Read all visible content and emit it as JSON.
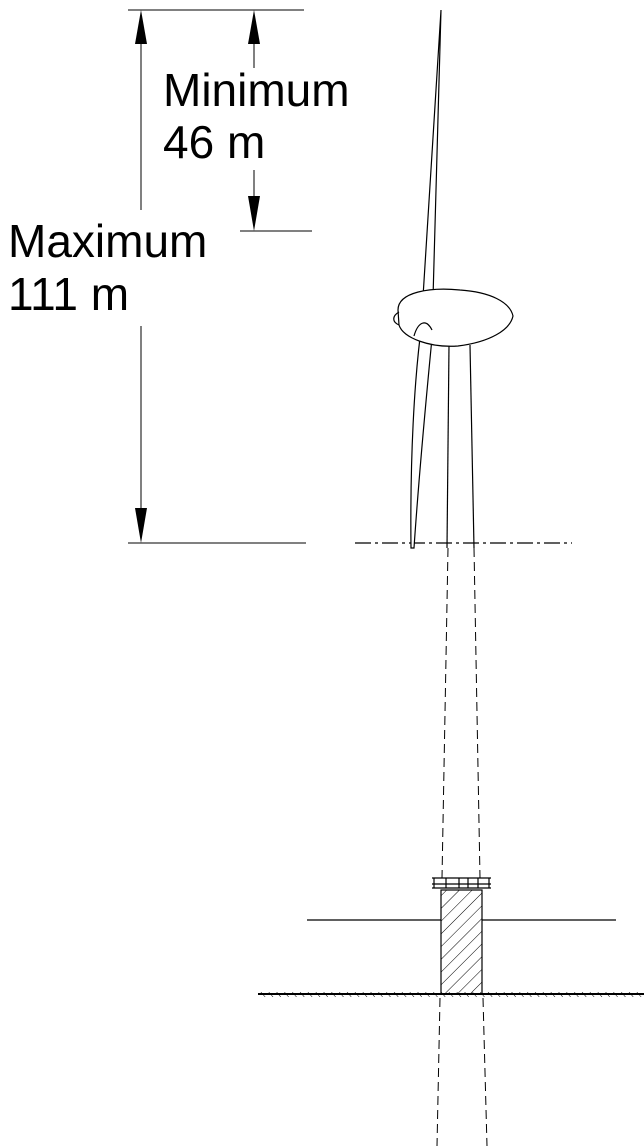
{
  "labels": {
    "minimum": {
      "line1": "Minimum",
      "line2": "46 m"
    },
    "maximum": {
      "line1": "Maximum",
      "line2": "111 m"
    }
  },
  "colors": {
    "stroke": "#000000",
    "background": "#ffffff"
  }
}
